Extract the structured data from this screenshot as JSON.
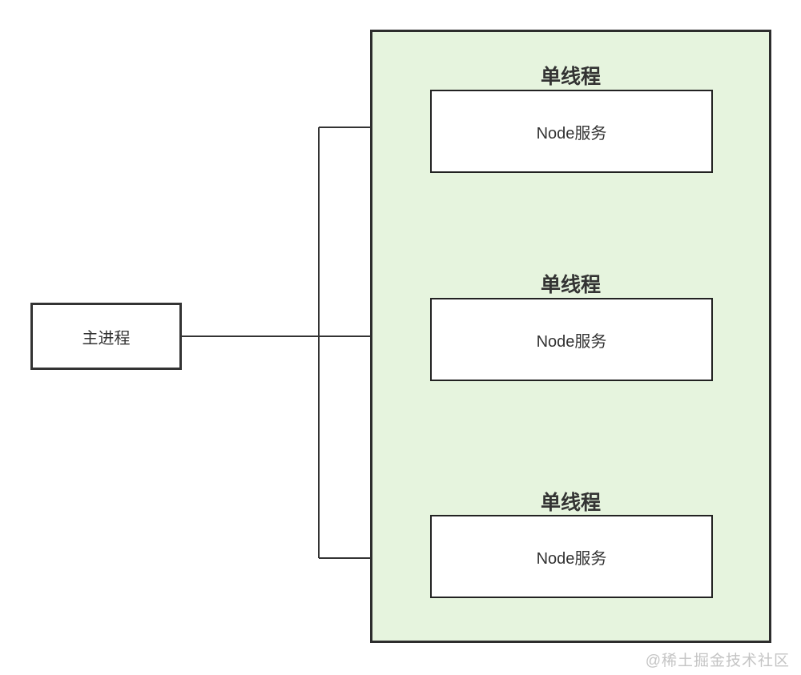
{
  "diagram": {
    "main_process": {
      "label": "主进程"
    },
    "container": {
      "sections": [
        {
          "title": "单线程",
          "box_label": "Node服务"
        },
        {
          "title": "单线程",
          "box_label": "Node服务"
        },
        {
          "title": "单线程",
          "box_label": "Node服务"
        }
      ]
    },
    "watermark": "@稀土掘金技术社区",
    "colors": {
      "container_fill": "#e6f4de",
      "container_border": "#2d2d2d",
      "box_border": "#222222",
      "line": "#333333",
      "watermark_text": "#c4c4c4"
    }
  }
}
